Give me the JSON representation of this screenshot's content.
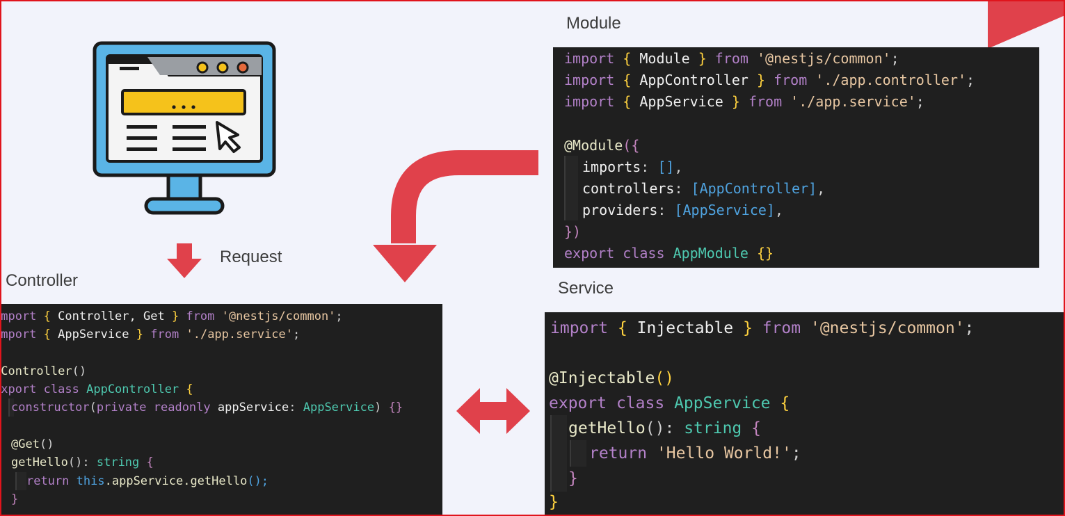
{
  "labels": {
    "module": "Module",
    "request": "Request",
    "controller": "Controller",
    "service": "Service"
  },
  "module_code": {
    "l1": [
      "import",
      "{",
      "Module",
      "}",
      "from",
      "'@nestjs/common'",
      ";"
    ],
    "l2": [
      "import",
      "{",
      "AppController",
      "}",
      "from",
      "'./app.controller'",
      ";"
    ],
    "l3": [
      "import",
      "{",
      "AppService",
      "}",
      "from",
      "'./app.service'",
      ";"
    ],
    "l4": [
      "@Module",
      "({"
    ],
    "l5": [
      "imports",
      ":",
      "[]",
      ","
    ],
    "l6": [
      "controllers",
      ":",
      "[AppController]",
      ","
    ],
    "l7": [
      "providers",
      ":",
      "[AppService]",
      ","
    ],
    "l8": [
      "})"
    ],
    "l9": [
      "export",
      "class",
      "AppModule",
      "{}"
    ]
  },
  "controller_code": {
    "l1": [
      "import",
      "{",
      "Controller, Get",
      "}",
      "from",
      "'@nestjs/common'",
      ";"
    ],
    "l2": [
      "import",
      "{",
      "AppService",
      "}",
      "from",
      "'./app.service'",
      ";"
    ],
    "l3": [
      "@Controller",
      "()"
    ],
    "l4": [
      "export",
      "class",
      "AppController",
      "{"
    ],
    "l5": [
      "constructor",
      "(",
      "private",
      "readonly",
      "appService",
      ": ",
      "AppService",
      ")",
      "{}"
    ],
    "l6": [
      "@Get",
      "()"
    ],
    "l7": [
      "getHello",
      "()",
      ": ",
      "string",
      "{"
    ],
    "l8": [
      "return",
      "this",
      ".appService.getHello",
      "();"
    ],
    "l9": [
      "}"
    ]
  },
  "service_code": {
    "l1": [
      "import",
      "{",
      "Injectable",
      "}",
      "from",
      "'@nestjs/common'",
      ";"
    ],
    "l2": [
      "@Injectable",
      "()"
    ],
    "l3": [
      "export",
      "class",
      "AppService",
      "{"
    ],
    "l4": [
      "getHello",
      "()",
      ": ",
      "string",
      "{"
    ],
    "l5": [
      "return",
      "'Hello World!'",
      ";"
    ],
    "l6": [
      "}"
    ],
    "l7": [
      "}"
    ]
  },
  "icons": {
    "monitor": "browser-window-monitor-icon",
    "down_arrow": "down-arrow-icon",
    "curved_arrow": "curved-arrow-icon",
    "double_arrow": "double-headed-arrow-icon"
  },
  "colors": {
    "accent_red": "#e0414b",
    "code_bg": "#1f1f1f",
    "page_bg": "#f2f3fb",
    "monitor_blue": "#5ab4e6",
    "search_yellow": "#f5c21b"
  }
}
